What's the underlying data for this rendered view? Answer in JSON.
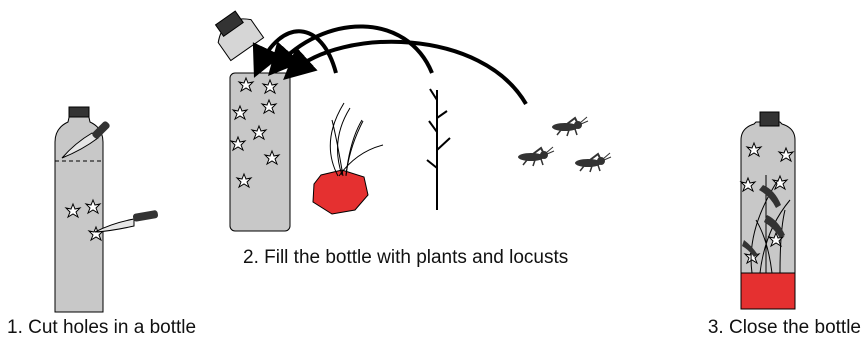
{
  "steps": [
    {
      "label": "1. Cut holes in a bottle"
    },
    {
      "label": "2. Fill the bottle with plants and locusts"
    },
    {
      "label": "3. Close the bottle"
    }
  ],
  "colors": {
    "bottle_fill": "#c8c8c8",
    "outline": "#000000",
    "soil_red": "#e53030",
    "blade": "#e6e6e6",
    "cap": "#333333"
  },
  "icons": [
    "bottle",
    "knife",
    "star-hole",
    "cap",
    "arrow",
    "plant",
    "onion",
    "twig",
    "locust",
    "soil"
  ]
}
